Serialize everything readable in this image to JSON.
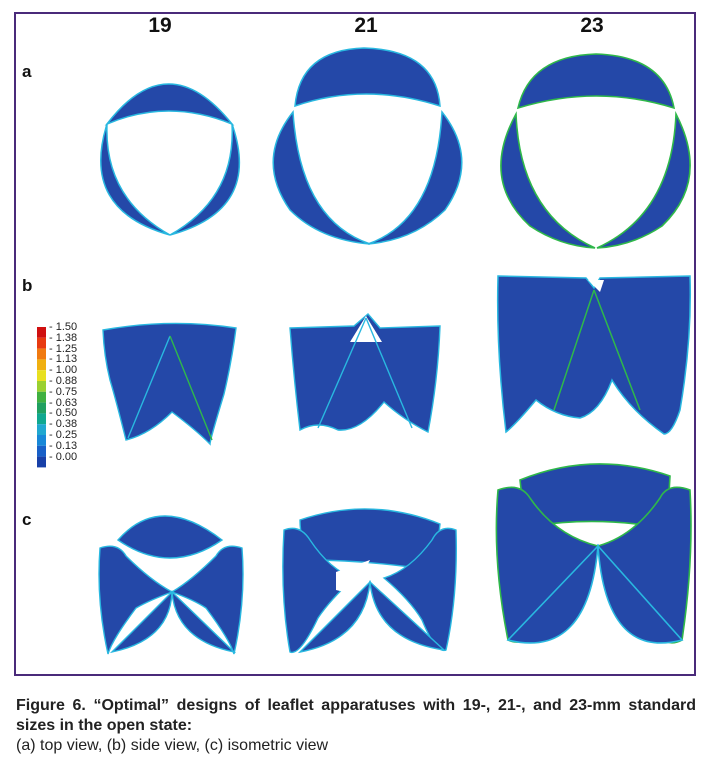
{
  "figure": {
    "column_headers": [
      "19",
      "21",
      "23"
    ],
    "row_labels": [
      "a",
      "b",
      "c"
    ],
    "legend": {
      "values": [
        "1.50",
        "1.38",
        "1.25",
        "1.13",
        "1.00",
        "0.88",
        "0.75",
        "0.63",
        "0.50",
        "0.38",
        "0.25",
        "0.13",
        "0.00"
      ],
      "colors": [
        "#d01010",
        "#e83a10",
        "#f07a10",
        "#f0b010",
        "#e8e020",
        "#9ad030",
        "#40b040",
        "#20a060",
        "#10a890",
        "#20a8d0",
        "#1888d8",
        "#1860c8",
        "#1840a8"
      ]
    },
    "colors": {
      "leaflet": "#2448a8",
      "edge_light": "#29b8e0",
      "edge_green": "#2fb84a",
      "frame": "#4a2a7a"
    }
  },
  "caption": {
    "title": "Figure 6. “Optimal” designs of leaflet apparatuses with 19-, 21-, and 23-mm standard sizes in the open state:",
    "subtitle": "(a) top view, (b) side view, (c) isometric view"
  }
}
